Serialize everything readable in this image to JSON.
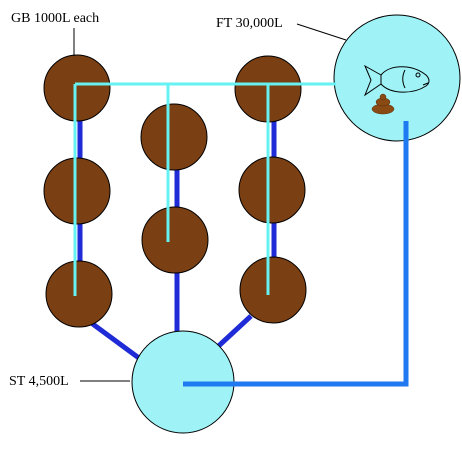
{
  "labels": {
    "grow_beds": "GB 1000L each",
    "fish_tank": "FT 30,000L",
    "sump_tank": "ST 4,500L"
  },
  "colors": {
    "background": "#ffffff",
    "grow_bed_fill": "#7a3f12",
    "grow_bed_stroke": "#000000",
    "tank_fill": "#9ff3f6",
    "tank_stroke": "#000000",
    "supply_pipe": "#66f2f2",
    "return_pipe_dark": "#1f2bd6",
    "return_pipe_light": "#1f7af2",
    "label_text": "#000000"
  },
  "icons": {
    "fish": "fish-icon",
    "waste": "poop-icon"
  }
}
